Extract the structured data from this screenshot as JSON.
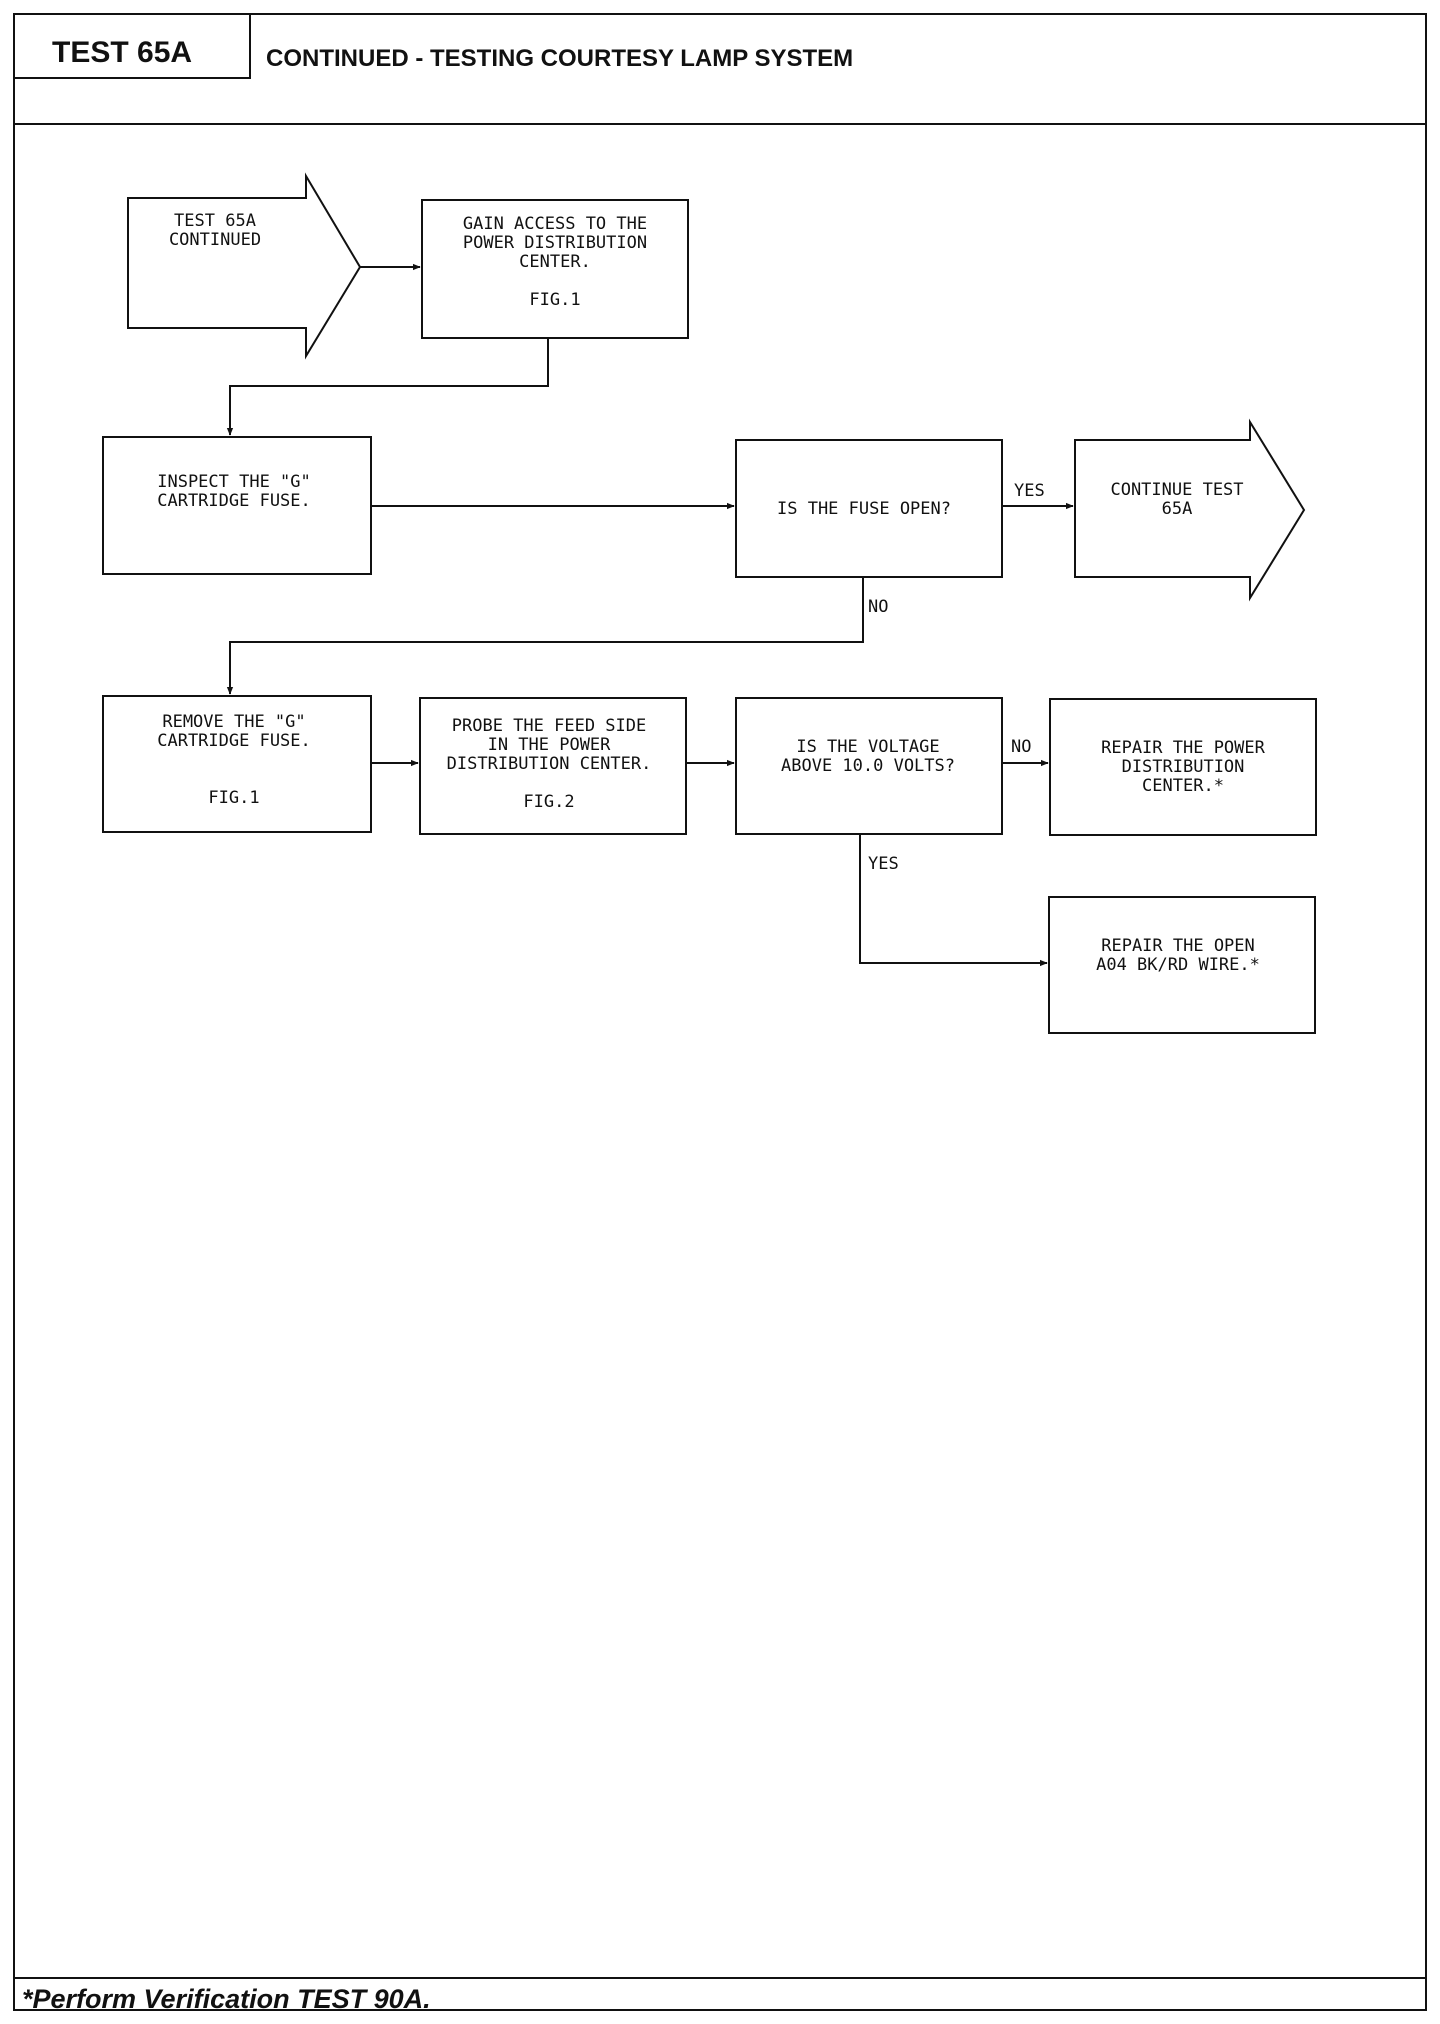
{
  "header": {
    "test_id": "TEST 65A",
    "title": "CONTINUED - TESTING COURTESY LAMP SYSTEM"
  },
  "footer": {
    "note": "*Perform Verification TEST 90A."
  },
  "flowchart": {
    "start": [
      "TEST 65A",
      "CONTINUED"
    ],
    "gain_access": [
      "GAIN ACCESS TO THE",
      "POWER DISTRIBUTION",
      "CENTER.",
      "",
      "FIG.1"
    ],
    "inspect_fuse": [
      "INSPECT THE \"G\"",
      "CARTRIDGE FUSE."
    ],
    "fuse_open_question": [
      "IS THE FUSE OPEN?"
    ],
    "continue_test": [
      "CONTINUE TEST",
      "65A"
    ],
    "remove_fuse": [
      "REMOVE THE \"G\"",
      "CARTRIDGE FUSE.",
      "",
      "",
      "FIG.1"
    ],
    "probe_feed": [
      "PROBE THE FEED SIDE",
      "IN THE POWER",
      "DISTRIBUTION CENTER.",
      "",
      "FIG.2"
    ],
    "voltage_question": [
      "IS THE VOLTAGE",
      "ABOVE 10.0 VOLTS?"
    ],
    "repair_pdc": [
      "REPAIR THE POWER",
      "DISTRIBUTION",
      "CENTER.*"
    ],
    "repair_wire": [
      "REPAIR THE OPEN",
      "A04 BK/RD WIRE.*"
    ],
    "labels": {
      "yes_1": "YES",
      "no_1": "NO",
      "no_2": "NO",
      "yes_2": "YES"
    }
  }
}
